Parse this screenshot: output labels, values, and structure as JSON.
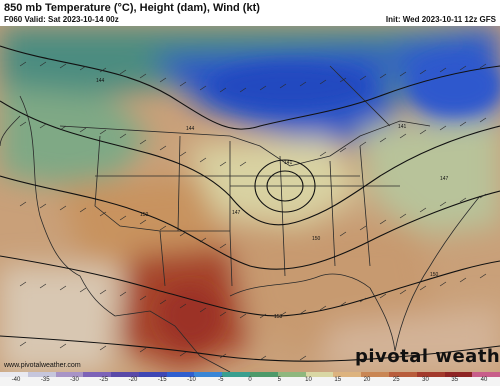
{
  "header": {
    "title": "850 mb Temperature (°C), Height (dam), Wind (kt)",
    "valid": "F060 Valid: Sat 2023-10-14 00z",
    "init": "Init: Wed 2023-10-11 12z GFS"
  },
  "footer": {
    "site": "www.pivotalweather.com",
    "brand": "pivotal weather"
  },
  "contour_labels": [
    "144",
    "141",
    "141",
    "144",
    "147",
    "150",
    "153",
    "150",
    "147",
    "150"
  ],
  "colorbar": {
    "labels": [
      "-40",
      "-35",
      "-30",
      "-25",
      "-20",
      "-15",
      "-10",
      "-5",
      "0",
      "5",
      "10",
      "15",
      "20",
      "25",
      "30",
      "35",
      "40"
    ],
    "colors": [
      "#e9e9f0",
      "#c6c6dc",
      "#a894c6",
      "#7d63b7",
      "#5a4aa8",
      "#3f47b4",
      "#2f5fcf",
      "#3a86d6",
      "#3a9f8f",
      "#4e9a6a",
      "#8fb77e",
      "#d9d7a4",
      "#ddb37e",
      "#c98654",
      "#b85d3c",
      "#a23a2c",
      "#8e2424",
      "#c85e8a"
    ]
  },
  "colors": {
    "cold": "#2f56c8",
    "cool": "#3f8e86",
    "mild": "#d8cfa0",
    "warm": "#c99a6a",
    "hot": "#a4452f"
  }
}
